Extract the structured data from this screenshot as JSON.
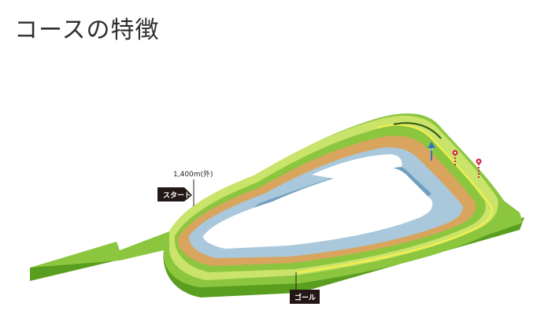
{
  "title": "コースの特徴",
  "diagram": {
    "distance_label": "1,400m(外)",
    "start_label": "スタート",
    "goal_label": "ゴール",
    "colors": {
      "outer_turf": "#8cc63f",
      "outer_turf_light": "#c9e36b",
      "edge_dark": "#5a9e1f",
      "dirt": "#d9a45e",
      "inner_track": "#a9c8dc",
      "inner_track_dark": "#6f9fbf",
      "rail_line": "#f4f04a",
      "tag_bg": "#231815",
      "pole_red": "#d7263d"
    },
    "markers": [
      "arrow-marker",
      "pole-marker",
      "pole-marker"
    ]
  }
}
